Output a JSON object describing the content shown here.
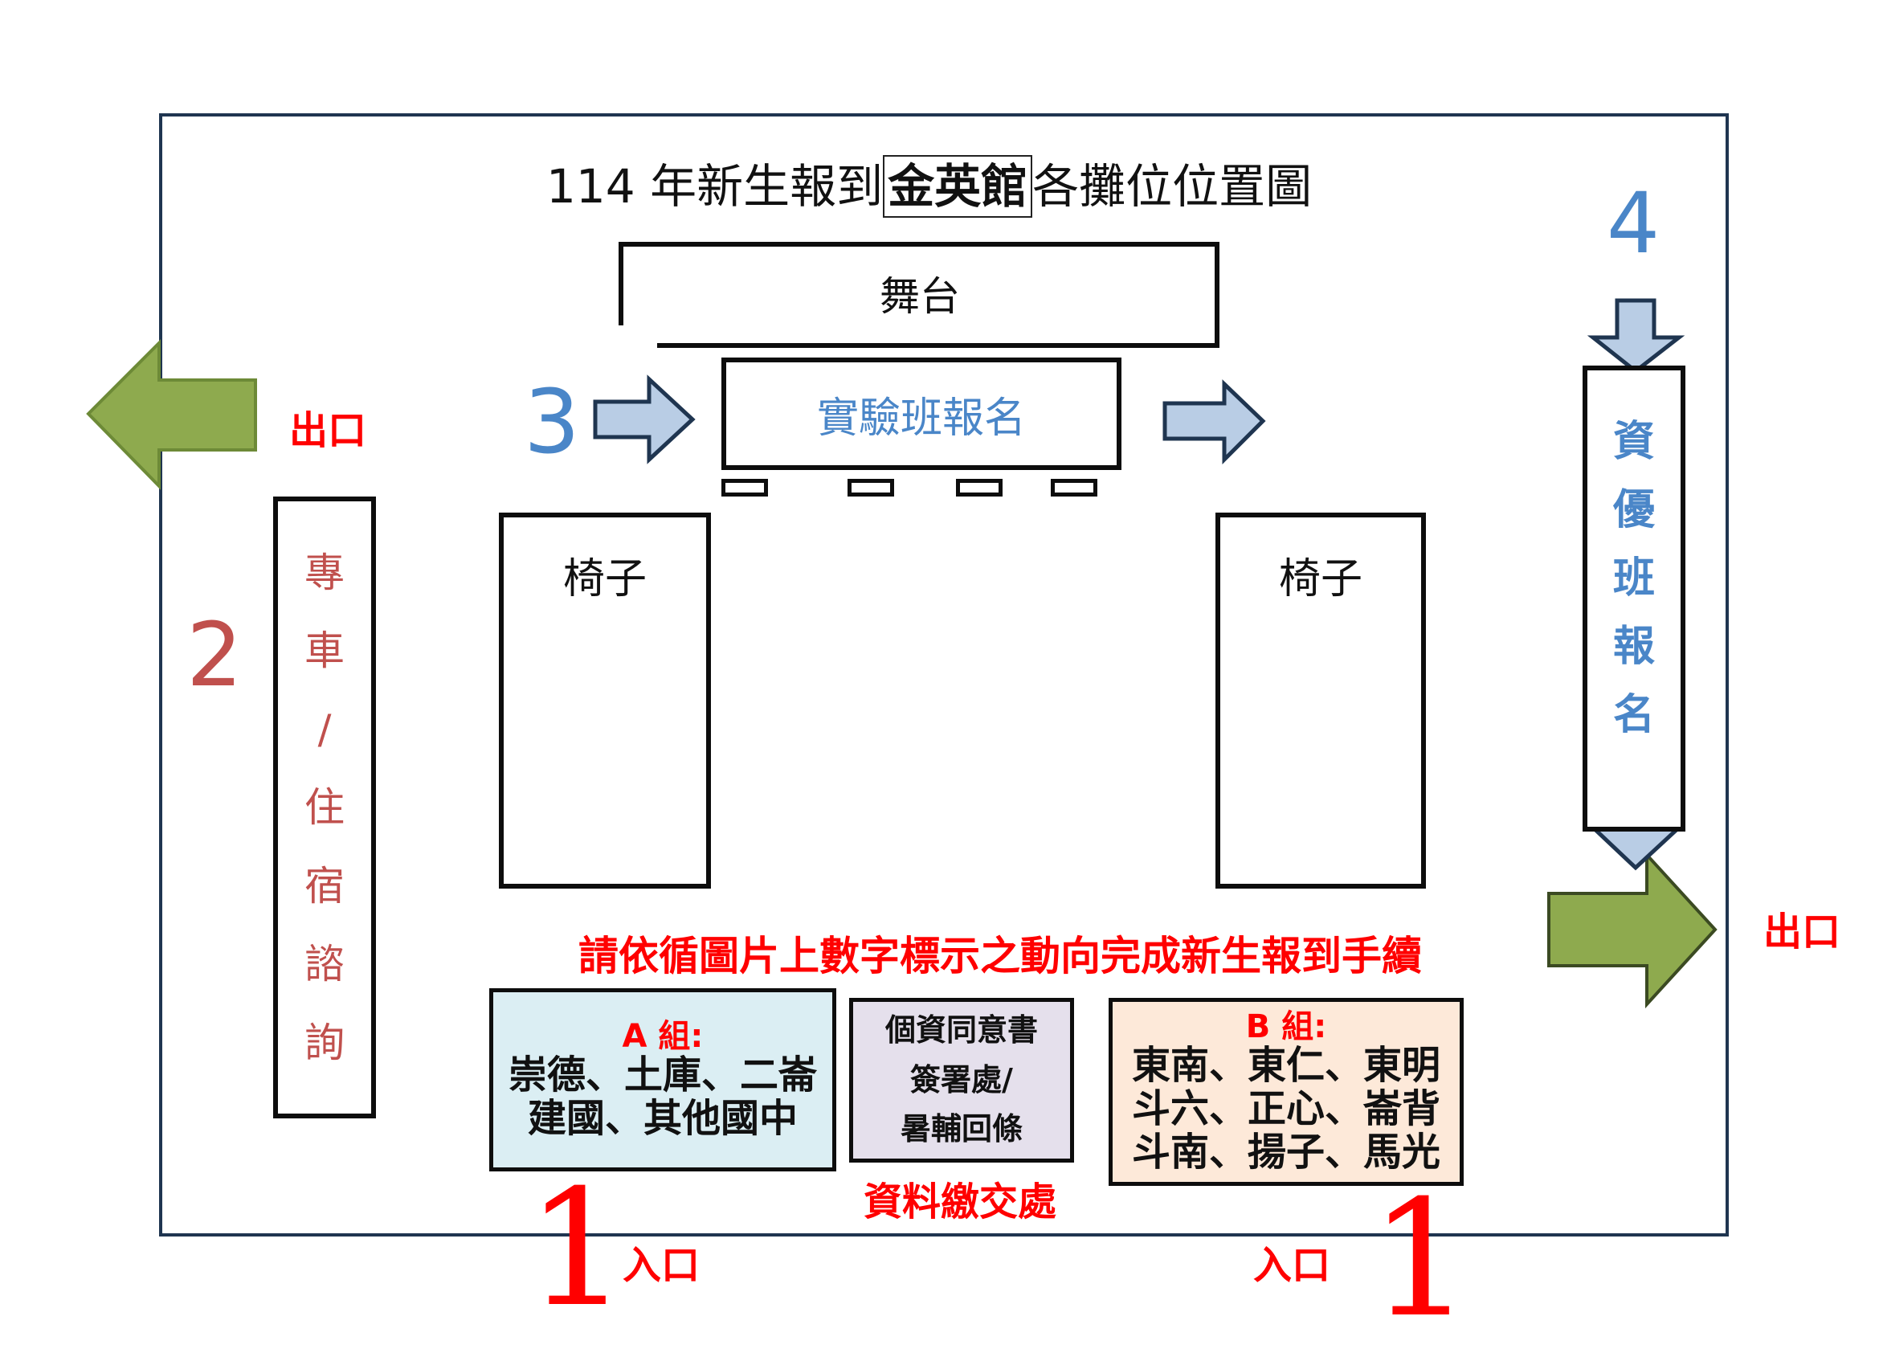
{
  "title": {
    "prefix": "114 年新生報到",
    "venue": "金英館",
    "suffix": "各攤位位置圖"
  },
  "stage": {
    "label": "舞台"
  },
  "experimental_class": {
    "label": "實驗班報名"
  },
  "chairs": {
    "left_label": "椅子",
    "right_label": "椅子"
  },
  "shuttle_consult": {
    "chars": [
      "專",
      "車",
      "/",
      "住",
      "宿",
      "諮",
      "詢"
    ]
  },
  "gifted_class": {
    "chars": [
      "資",
      "優",
      "班",
      "報",
      "名"
    ]
  },
  "step_numbers": {
    "step1": "1",
    "step2": "2",
    "step3": "3",
    "step4": "4"
  },
  "exits": {
    "left": "出口",
    "right": "出口"
  },
  "entrances": {
    "left": "入口",
    "right": "入口"
  },
  "instruction": "請依循圖片上數字標示之動向完成新生報到手續",
  "group_a": {
    "title": "A 組:",
    "lines": [
      "崇德、土庫、二崙",
      "建國、其他國中"
    ]
  },
  "group_b": {
    "title": "B 組:",
    "lines": [
      "東南、東仁、東明",
      "斗六、正心、崙背",
      "斗南、揚子、馬光"
    ]
  },
  "consent_desk": {
    "lines": [
      "個資同意書",
      "簽署處/",
      "暑輔回條"
    ]
  },
  "documents_label": "資料繳交處",
  "colors": {
    "step_blue": "#4a86c8",
    "step_red": "#c0504d",
    "alert_red": "#ff0000",
    "exit_arrow_green": "#8eaa4e",
    "flow_arrow_blue": "#b9cde5",
    "group_a_fill": "#dbeef3",
    "group_b_fill": "#fde9d9",
    "consent_fill": "#e5e0ec"
  },
  "icons": {
    "exit_arrow": "green-block-arrow-icon",
    "flow_arrow": "blue-block-arrow-icon"
  }
}
